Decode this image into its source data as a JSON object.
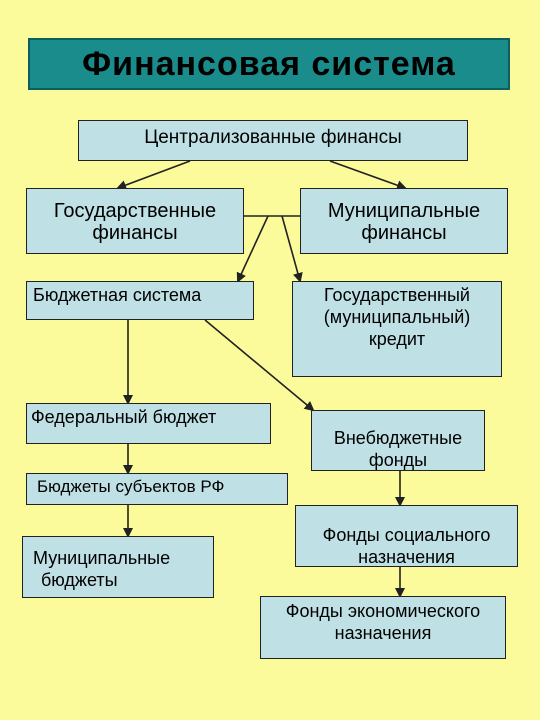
{
  "title": "Финансовая система",
  "boxes": {
    "centralized": "Централизованные финансы",
    "state_finance_l1": "Государственные",
    "state_finance_l2": "финансы",
    "municipal_finance_l1": "Муниципальные",
    "municipal_finance_l2": "финансы",
    "budget_system": "Бюджетная система",
    "state_credit_l1": "Государственный",
    "state_credit_l2": "(муниципальный)",
    "state_credit_l3": "кредит",
    "federal_budget": "Федеральный бюджет",
    "extrabudget_l1": "Внебюджетные",
    "extrabudget_l2": "фонды",
    "subjects_budgets": "Бюджеты субъектов РФ",
    "social_funds_l1": "Фонды социального",
    "social_funds_l2": "назначения",
    "municipal_budgets_l1": "Муниципальные",
    "municipal_budgets_l2": "бюджеты",
    "economic_funds_l1": "Фонды экономического",
    "economic_funds_l2": "назначения"
  },
  "colors": {
    "background": "#fbfb9c",
    "title_fill": "#1a8c8c",
    "box_fill": "#bfe0e4",
    "line": "#222222"
  }
}
